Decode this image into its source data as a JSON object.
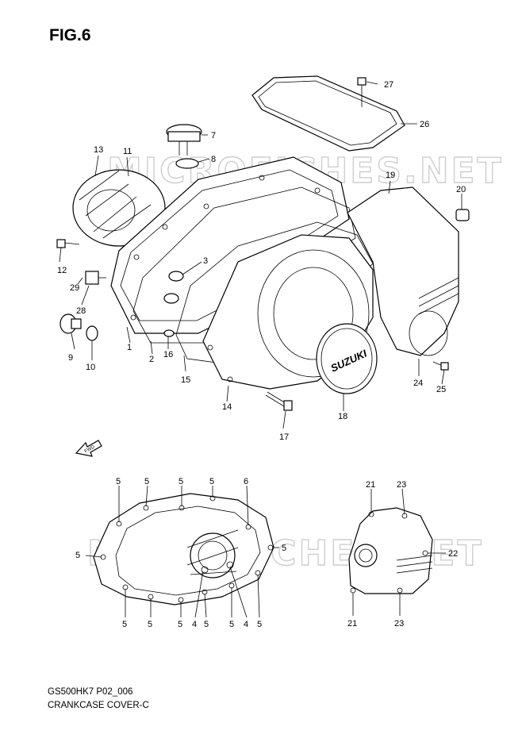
{
  "figure": {
    "title": "FIG.6",
    "model_code": "GS500HK7 P02_006",
    "caption": "CRANKCASE COVER-C"
  },
  "watermark": "MICROFICHES.NET",
  "direction_arrow": "FWD",
  "cover_logo": "SUZUKI",
  "callouts_main": [
    "1",
    "2",
    "3",
    "7",
    "8",
    "9",
    "10",
    "11",
    "12",
    "13",
    "14",
    "15",
    "16",
    "17",
    "18",
    "19",
    "20",
    "24",
    "25",
    "26",
    "27",
    "28",
    "29"
  ],
  "callouts_left_detail": [
    "5",
    "5",
    "5",
    "5",
    "6",
    "5",
    "5",
    "5",
    "5",
    "4",
    "5",
    "5",
    "4",
    "5",
    "5"
  ],
  "callouts_right_detail": [
    "21",
    "23",
    "22",
    "21",
    "23"
  ]
}
